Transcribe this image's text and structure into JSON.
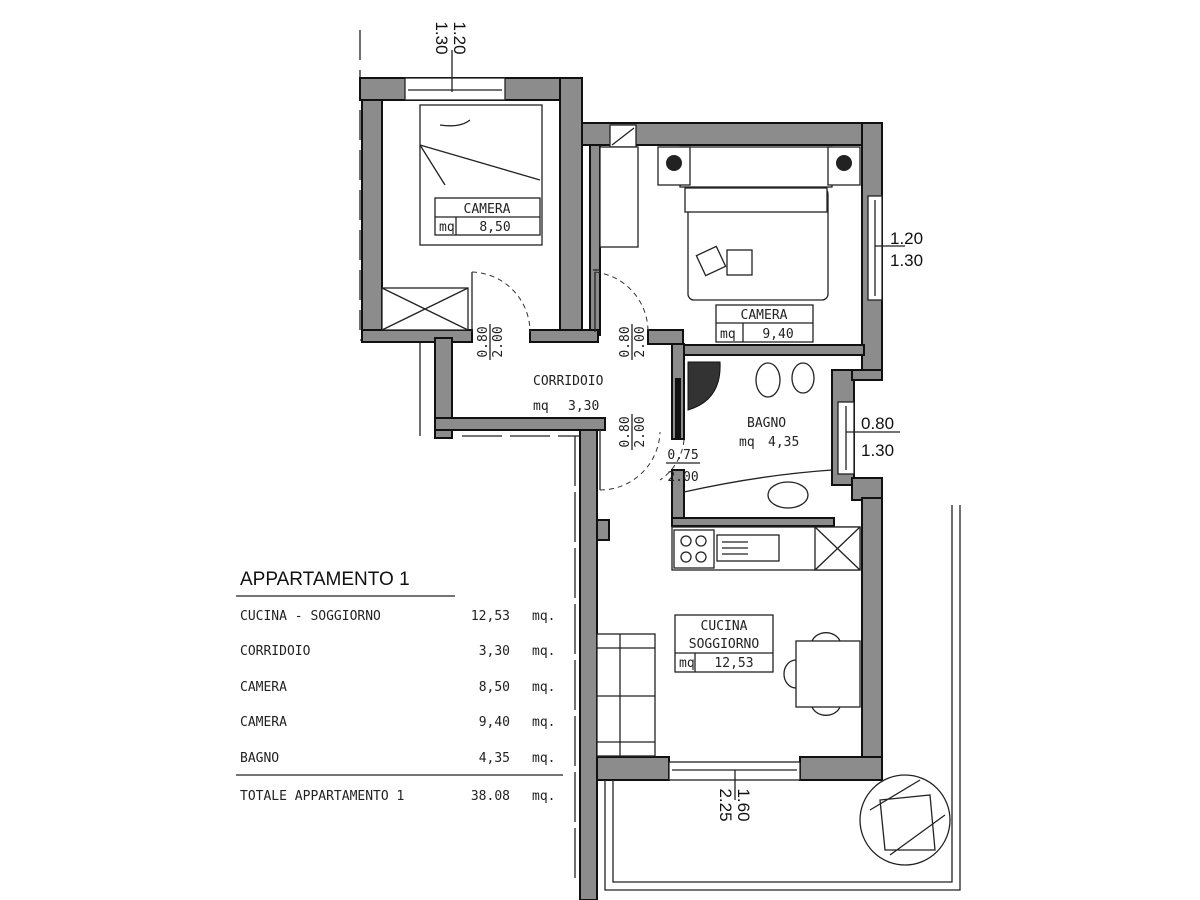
{
  "rooms": {
    "camera1": {
      "name": "CAMERA",
      "unit": "mq",
      "area": "8,50"
    },
    "camera2": {
      "name": "CAMERA",
      "unit": "mq",
      "area": "9,40"
    },
    "corridoio": {
      "name": "CORRIDOIO",
      "unit": "mq",
      "area": "3,30"
    },
    "bagno": {
      "name": "BAGNO",
      "unit": "mq",
      "area": "4,35"
    },
    "cucina": {
      "name_line1": "CUCINA",
      "name_line2": "SOGGIORNO",
      "unit": "mq",
      "area": "12,53"
    }
  },
  "windows": {
    "top": {
      "w": "1.20",
      "h": "1.30"
    },
    "right_bedroom": {
      "w": "1.20",
      "h": "1.30"
    },
    "bath": {
      "w": "0.80",
      "h": "1.30"
    },
    "living": {
      "w": "1.60",
      "h": "2.25"
    }
  },
  "doors": {
    "camera1": {
      "w": "0.80",
      "h": "2.00"
    },
    "camera2": {
      "w": "0.80",
      "h": "2.00"
    },
    "cucina": {
      "w": "0.80",
      "h": "2.00"
    },
    "bagno": {
      "w": "0.75",
      "h": "2.00"
    }
  },
  "summary": {
    "title": "APPARTAMENTO 1",
    "unit": "mq.",
    "rows": [
      {
        "label": "CUCINA  -  SOGGIORNO",
        "value": "12,53"
      },
      {
        "label": "CORRIDOIO",
        "value": "3,30"
      },
      {
        "label": "CAMERA",
        "value": "8,50"
      },
      {
        "label": "CAMERA",
        "value": "9,40"
      },
      {
        "label": "BAGNO",
        "value": "4,35"
      }
    ],
    "total_label": "TOTALE  APPARTAMENTO  1",
    "total_value": "38.08"
  }
}
